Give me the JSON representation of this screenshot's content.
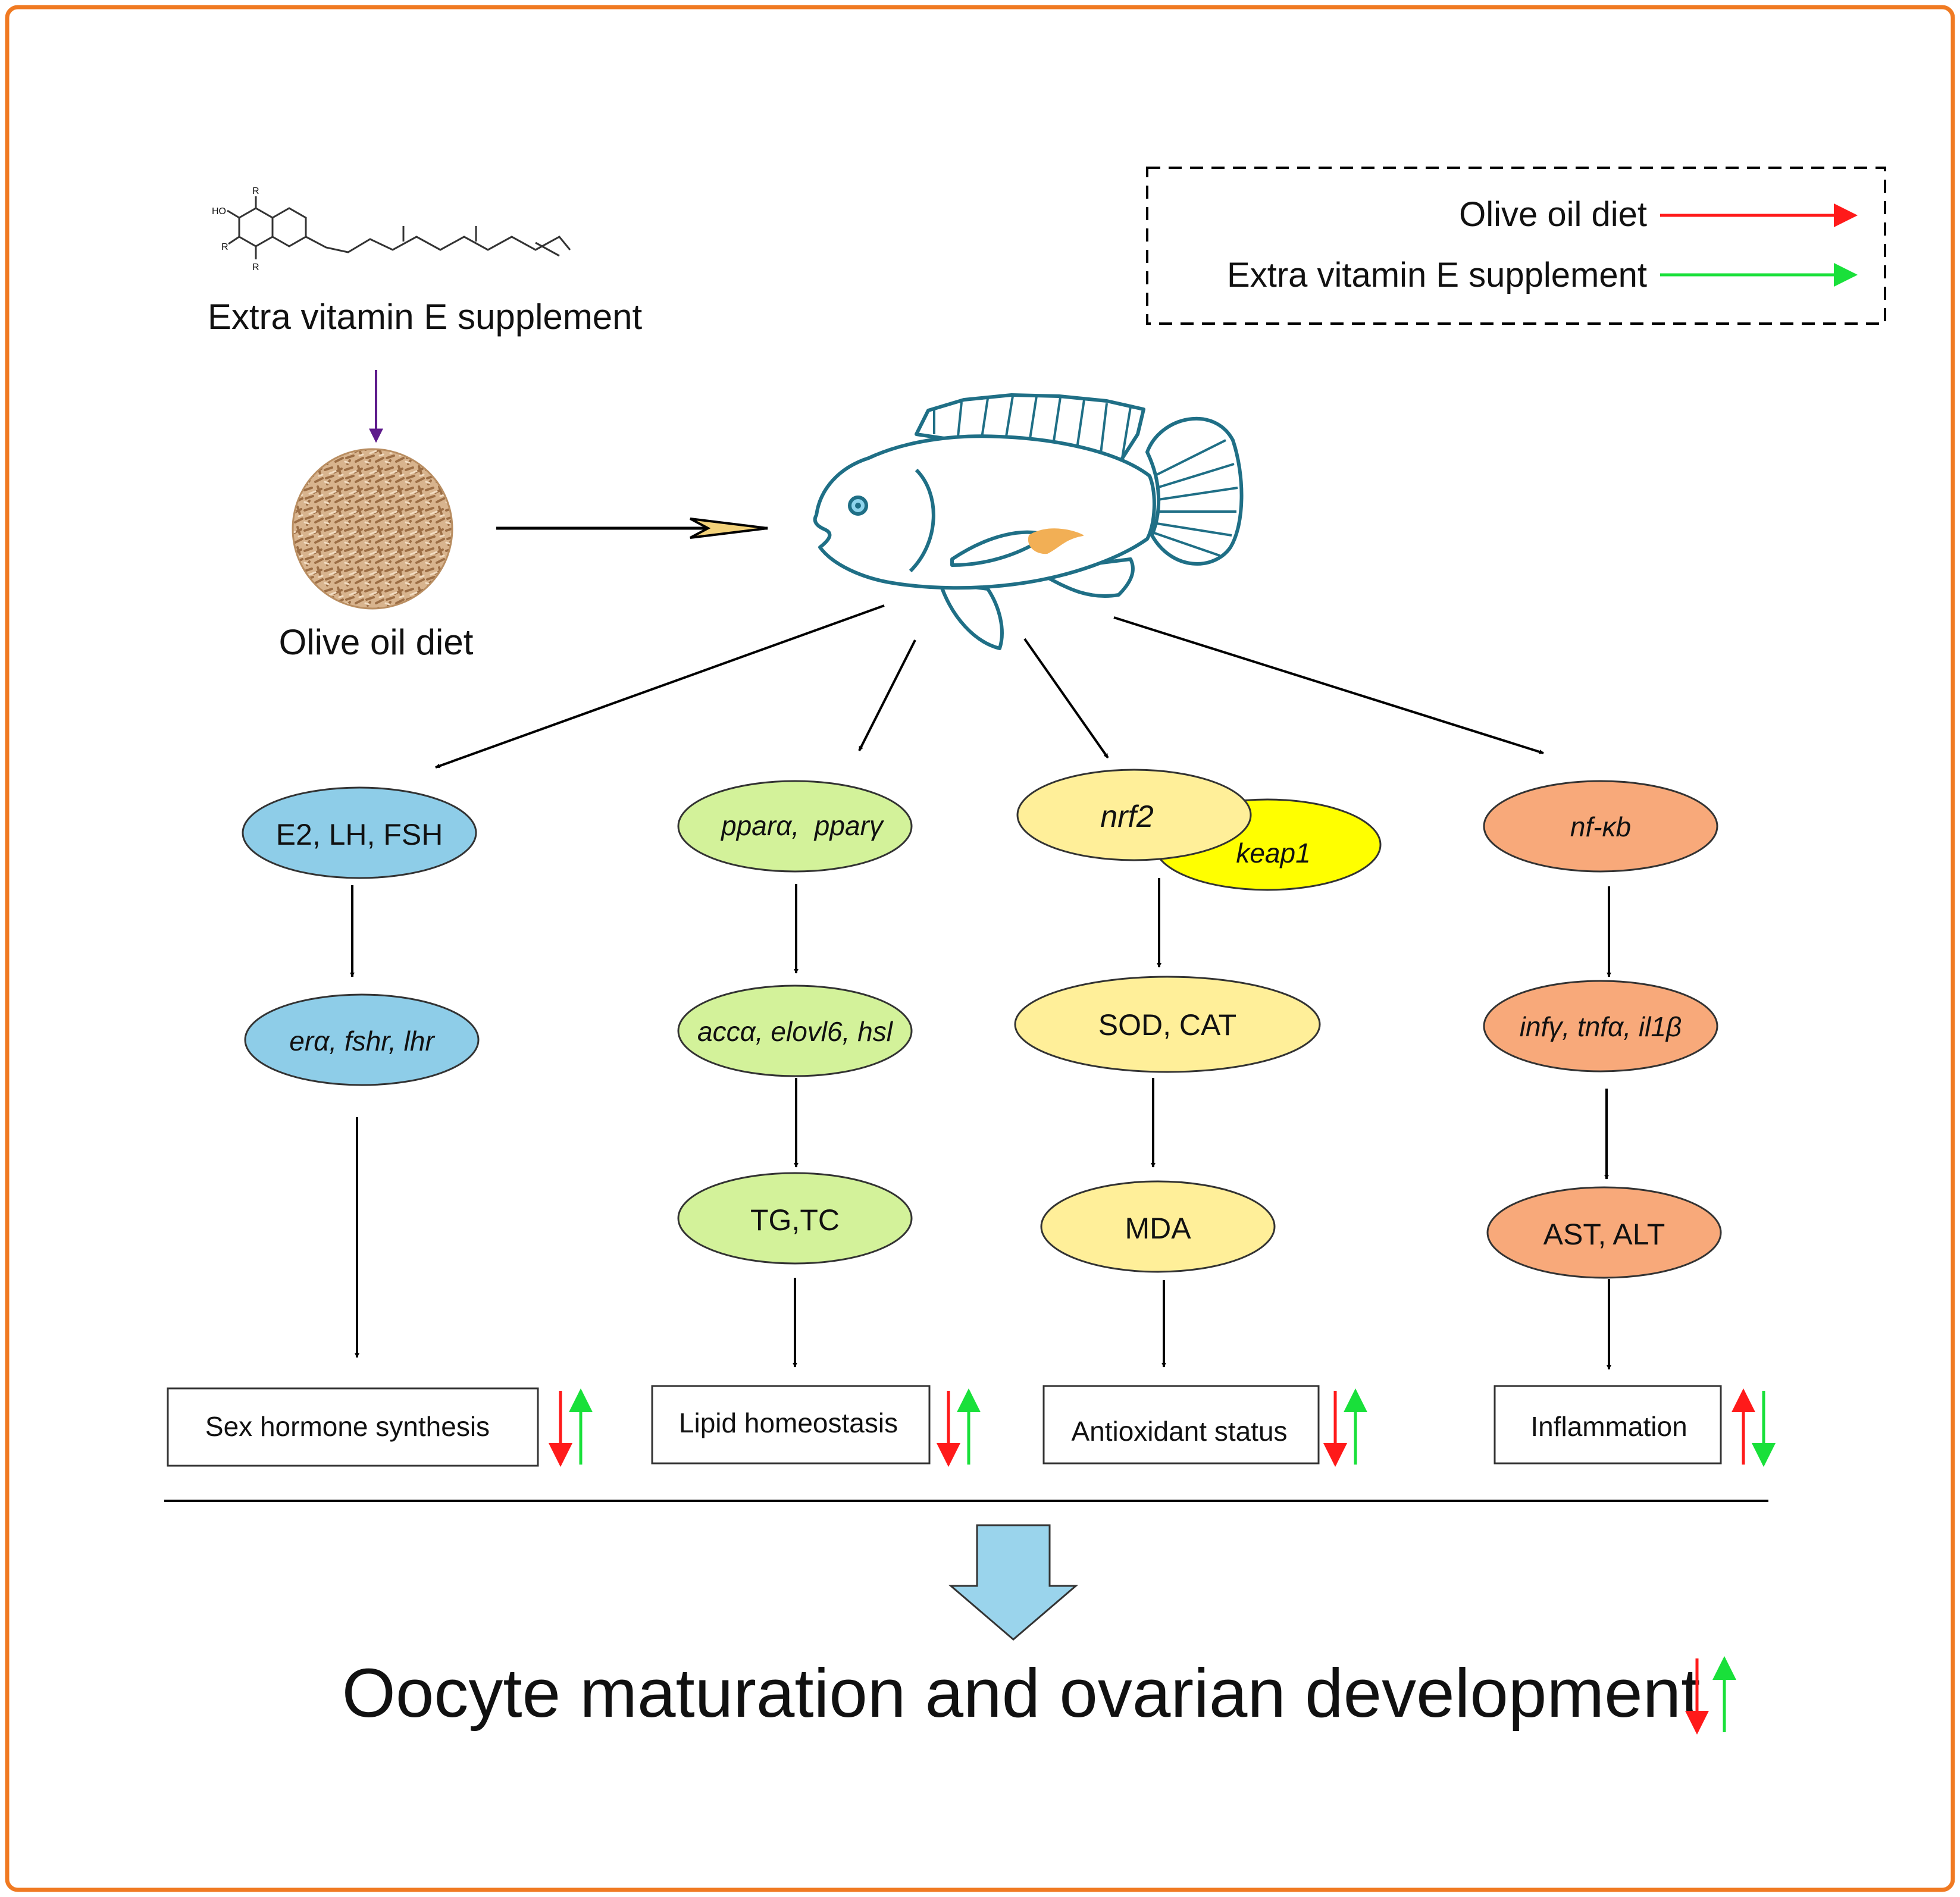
{
  "colors": {
    "frame": "#F07A22",
    "olive_arrow": "#FF1A1A",
    "vitamin_arrow": "#19E03A",
    "blue_node": "#8ECDE8",
    "green_node": "#D3F29A",
    "yellow_node": "#FFEF99",
    "keap1_node": "#FFFF00",
    "orange_node": "#F8A97A",
    "fish": "#1F6F86",
    "pellet": "#C89A6E",
    "down_arrow": "#9AD4EC",
    "purple_arrow": "#5E1B8C"
  },
  "legend": {
    "olive_label": "Olive oil diet",
    "vitamin_label": "Extra vitamin E supplement"
  },
  "inputs": {
    "vitamin_label": "Extra vitamin E supplement",
    "diet_label": "Olive oil diet",
    "molecule_labels": [
      "R",
      "HO",
      "R",
      "R"
    ]
  },
  "pathways": {
    "hormone": {
      "node1": "E2, LH, FSH",
      "node2": "erα, fshr, lhr",
      "outcome": "Sex hormone synthesis",
      "olive": "down",
      "vitamin": "up"
    },
    "lipid": {
      "node1": "pparα,  pparγ",
      "node2": "accα, elovl6, hsl",
      "node3": "TG,TC",
      "outcome": "Lipid homeostasis",
      "olive": "down",
      "vitamin": "up"
    },
    "antioxidant": {
      "node1": "nrf2",
      "node1b": "keap1",
      "node2": "SOD, CAT",
      "node3": "MDA",
      "outcome": "Antioxidant status",
      "olive": "down",
      "vitamin": "up"
    },
    "inflammation": {
      "node1": "nf-κb",
      "node2": "infγ, tnfα, il1β",
      "node3": "AST, ALT",
      "outcome": "Inflammation",
      "olive": "up",
      "vitamin": "down"
    }
  },
  "conclusion": {
    "text": "Oocyte maturation and ovarian development",
    "olive": "down",
    "vitamin": "up"
  }
}
